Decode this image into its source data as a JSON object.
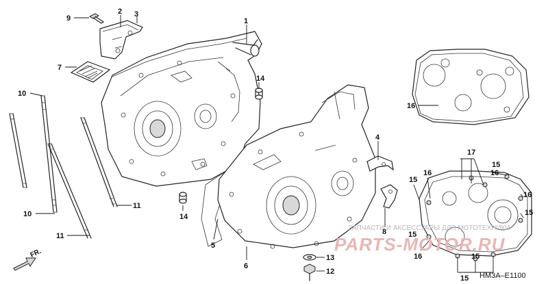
{
  "callouts": {
    "c1": "1",
    "c2": "2",
    "c3": "3",
    "c4": "4",
    "c5": "5",
    "c6": "6",
    "c7": "7",
    "c8": "8",
    "c9": "9",
    "c10a": "10",
    "c10b": "10",
    "c11a": "11",
    "c11b": "11",
    "c12": "12",
    "c13": "13",
    "c14a": "14",
    "c14b": "14",
    "c15a": "15",
    "c15b": "15",
    "c15c": "15",
    "c15d": "15",
    "c15e": "15",
    "c15f": "15",
    "c16a": "16",
    "c16b": "16",
    "c16c": "16",
    "c16d": "16",
    "c16e": "16",
    "c17": "17"
  },
  "direction_label": "FR.",
  "diagram_code": "HM3A–E1100",
  "watermark": {
    "text": "ЗАПЧАСТИ И АКСЕССУАРЫ ДЛЯ МОТОТЕХНИКИ",
    "logo": "PARTS-MOTOR.RU",
    "color": "#e8b6b6"
  }
}
